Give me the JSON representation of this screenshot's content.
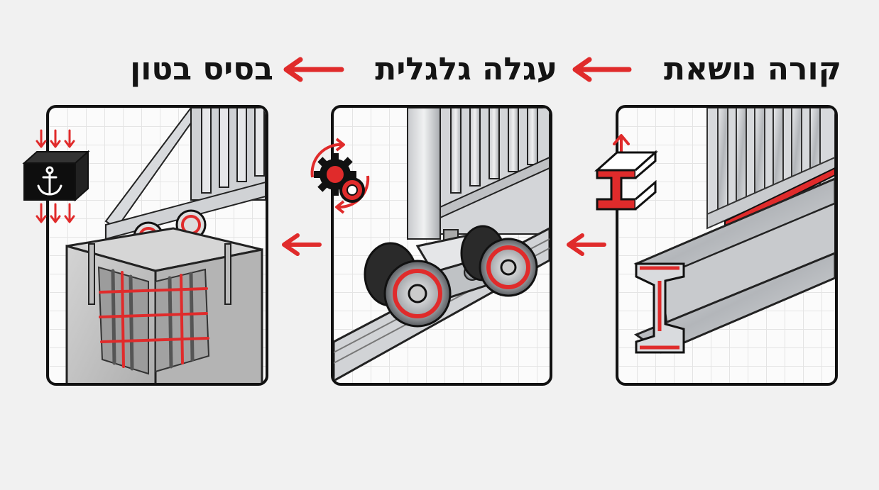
{
  "steps": [
    {
      "label": "קורה נושאת",
      "icon": "i-beam-icon"
    },
    {
      "label": "עגלה גלגלית",
      "icon": "gear-rotation-icon"
    },
    {
      "label": "בסיס בטון",
      "icon": "anchor-load-icon"
    }
  ],
  "colors": {
    "accent": "#e02b2b",
    "ink": "#141414",
    "steel": "#b9bcc0",
    "concrete": "#bdbdbd"
  }
}
